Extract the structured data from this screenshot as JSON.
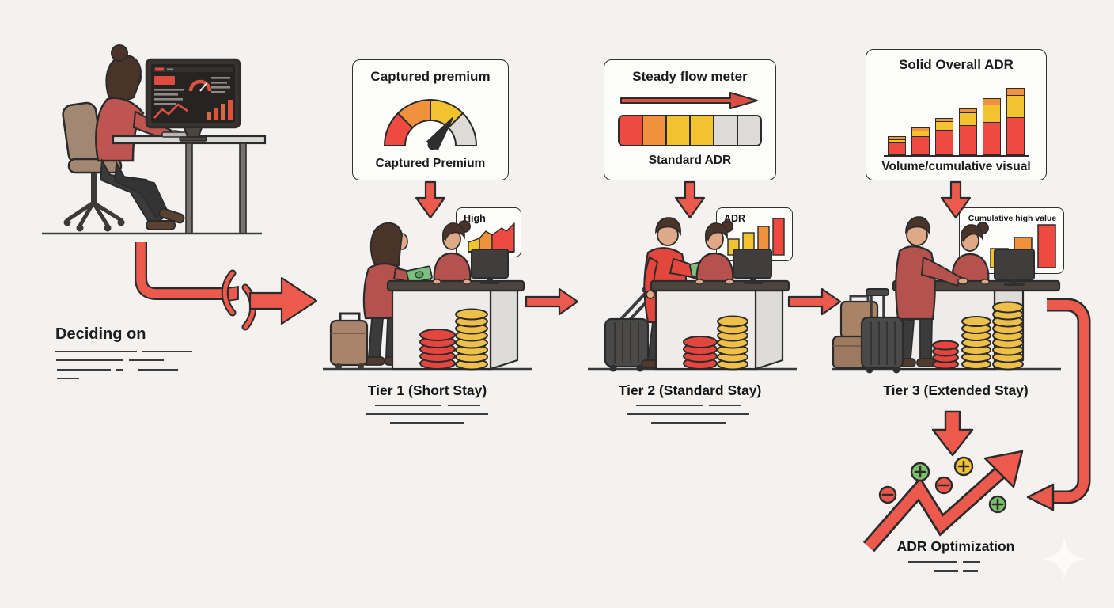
{
  "palette": {
    "background": "#f3f2f0",
    "red": "#ee4a3f",
    "orange": "#ef923b",
    "yellow": "#f3c32f",
    "gray": "#dcdbd8",
    "arrow_red": "#ec5a4e",
    "outline": "#2b2b2b",
    "coin_yellow": "#eec04a",
    "coin_red": "#e4463f",
    "plus_green": "#7cbf6b",
    "plus_yellow": "#f2c235"
  },
  "intro": {
    "heading": "Deciding on"
  },
  "tier1": {
    "box": {
      "title": "Captured premium",
      "caption": "Captured Premium",
      "gauge_segments": [
        "#ee4a3f",
        "#ef923b",
        "#f3c32f",
        "#dcdbd8"
      ]
    },
    "sign": "High",
    "label": "Tier 1 (Short Stay)"
  },
  "tier2": {
    "box": {
      "title": "Steady flow meter",
      "caption": "Standard ADR",
      "flow_segments": [
        "#ee4a3f",
        "#ef923b",
        "#f3c32f",
        "#f3c32f",
        "#dcdbd8",
        "#dcdbd8"
      ]
    },
    "sign": "ADR",
    "label": "Tier 2 (Standard Stay)"
  },
  "tier3": {
    "box": {
      "title": "Solid Overall ADR",
      "caption": "Volume/cumulative visual",
      "stacked_bars": [
        {
          "red": 16,
          "yellow": 6,
          "orange": 5
        },
        {
          "red": 24,
          "yellow": 9,
          "orange": 5
        },
        {
          "red": 32,
          "yellow": 13,
          "orange": 5
        },
        {
          "red": 38,
          "yellow": 18,
          "orange": 6
        },
        {
          "red": 42,
          "yellow": 24,
          "orange": 9
        },
        {
          "red": 48,
          "yellow": 30,
          "orange": 10
        }
      ]
    },
    "sign": "Cumulative high value",
    "label": "Tier 3 (Extended Stay)"
  },
  "outcome": {
    "label": "ADR Optimization",
    "markers": [
      "minus-red",
      "plus-green",
      "minus-red",
      "plus-yellow",
      "plus-green"
    ]
  }
}
